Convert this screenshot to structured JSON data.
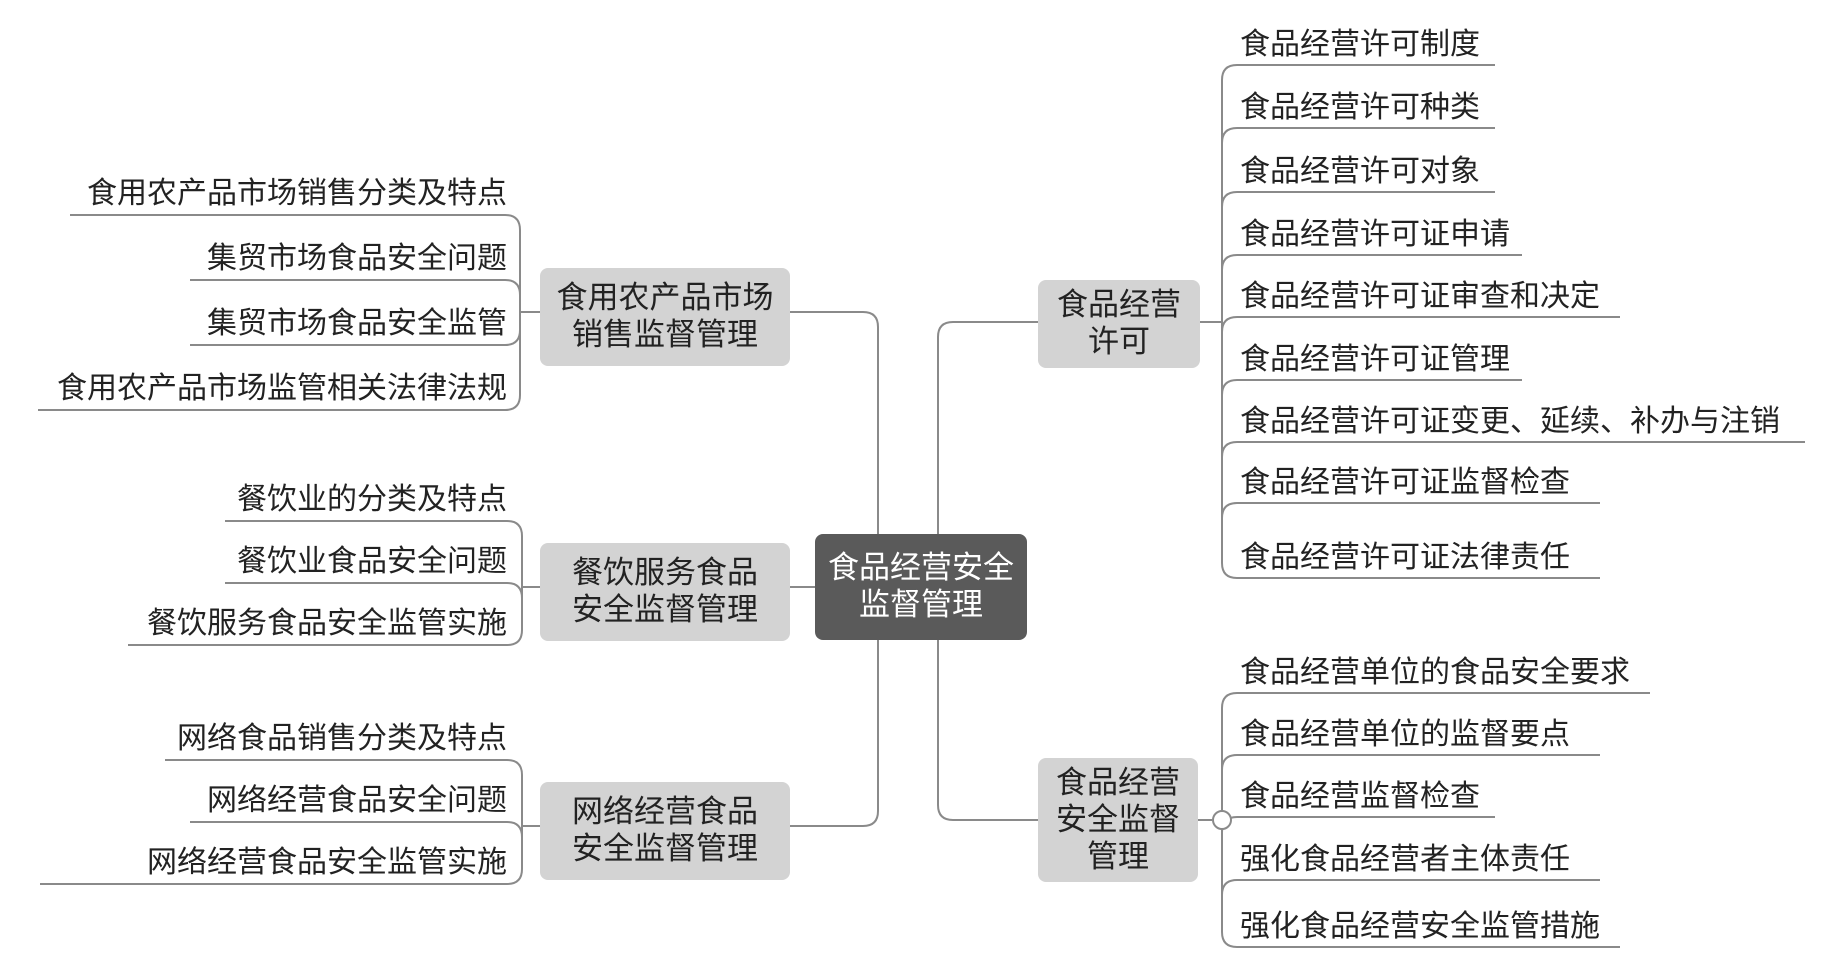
{
  "central": {
    "line1": "食品经营安全",
    "line2": "监督管理"
  },
  "branches": [
    {
      "id": "market",
      "line1": "食用农产品市场",
      "line2": "销售监督管理",
      "leaves": [
        "食用农产品市场销售分类及特点",
        "集贸市场食品安全问题",
        "集贸市场食品安全监管",
        "食用农产品市场监管相关法律法规"
      ]
    },
    {
      "id": "catering",
      "line1": "餐饮服务食品",
      "line2": "安全监督管理",
      "leaves": [
        "餐饮业的分类及特点",
        "餐饮业食品安全问题",
        "餐饮服务食品安全监管实施"
      ]
    },
    {
      "id": "online",
      "line1": "网络经营食品",
      "line2": "安全监督管理",
      "leaves": [
        "网络食品销售分类及特点",
        "网络经营食品安全问题",
        "网络经营食品安全监管实施"
      ]
    },
    {
      "id": "license",
      "line1": "食品经营",
      "line2": "许可",
      "leaves": [
        "食品经营许可制度",
        "食品经营许可种类",
        "食品经营许可对象",
        "食品经营许可证申请",
        "食品经营许可证审查和决定",
        "食品经营许可证管理",
        "食品经营许可证变更、延续、补办与注销",
        "食品经营许可证监督检查",
        "食品经营许可证法律责任"
      ]
    },
    {
      "id": "supervision",
      "line1": "食品经营",
      "line2": "安全监督",
      "line3": "管理",
      "leaves": [
        "食品经营单位的食品安全要求",
        "食品经营单位的监督要点",
        "食品经营监督检查",
        "强化食品经营者主体责任",
        "强化食品经营安全监管措施"
      ]
    }
  ],
  "colors": {
    "central_fill": "#5a5a5a",
    "branch_fill": "#d3d3d3",
    "line": "#8a8a8a"
  }
}
